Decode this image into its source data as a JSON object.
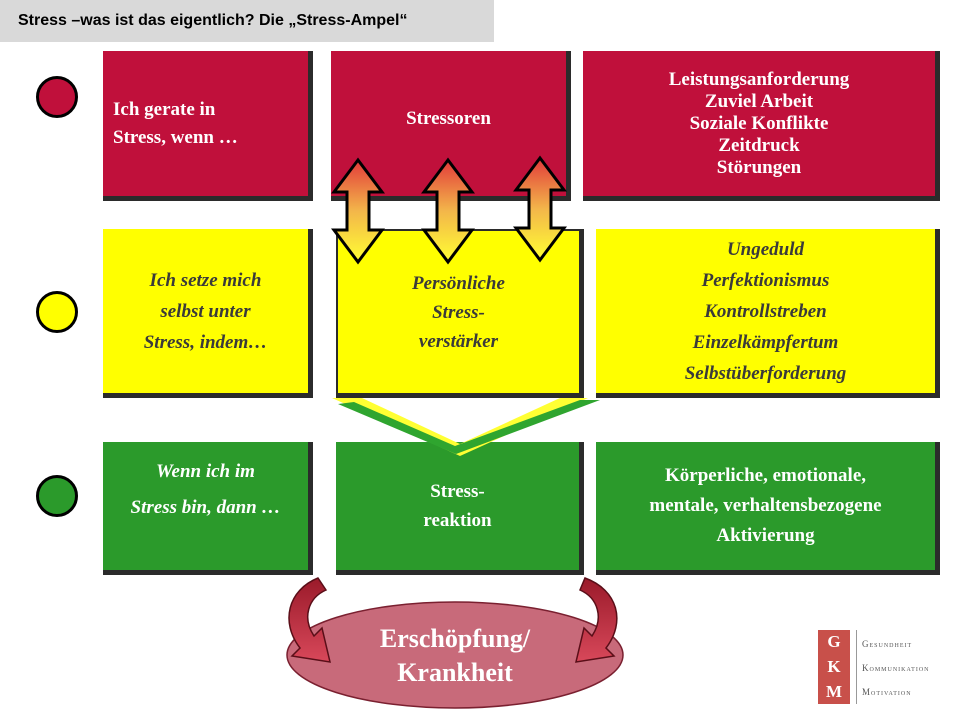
{
  "header": {
    "title": "Stress –was ist das eigentlich? Die „Stress-Ampel“"
  },
  "rows": {
    "red": {
      "left": [
        "Ich gerate in",
        "Stress, wenn …"
      ],
      "middle": [
        "Stressoren"
      ],
      "right": [
        "Leistungsanforderung",
        "Zuviel Arbeit",
        "Soziale Konflikte",
        "Zeitdruck",
        "Störungen"
      ]
    },
    "yellow": {
      "left": [
        "Ich setze mich",
        "selbst unter",
        "Stress, indem…"
      ],
      "middle": [
        "Persönliche",
        "Stress-",
        "verstärker"
      ],
      "right": [
        "Ungeduld",
        "Perfektionismus",
        "Kontrollstreben",
        "Einzelkämpfertum",
        "Selbstüberforderung"
      ]
    },
    "green": {
      "left": [
        "Wenn ich im",
        "Stress bin, dann …"
      ],
      "middle": [
        "Stress-",
        "reaktion"
      ],
      "right": [
        "Körperliche, emotionale,",
        "mentale, verhaltensbezogene",
        "Aktivierung"
      ]
    }
  },
  "outcome": [
    "Erschöpfung/",
    "Krankheit"
  ],
  "logo": {
    "letters": [
      "G",
      "K",
      "M"
    ],
    "words": [
      "Gesundheit",
      "Kommunikation",
      "Motivation"
    ]
  },
  "colors": {
    "red": "#c0103b",
    "yellow": "#ffff00",
    "green": "#2b9a2b",
    "header_bg": "#d9d9d9",
    "ellipse": "#c86a7a"
  }
}
